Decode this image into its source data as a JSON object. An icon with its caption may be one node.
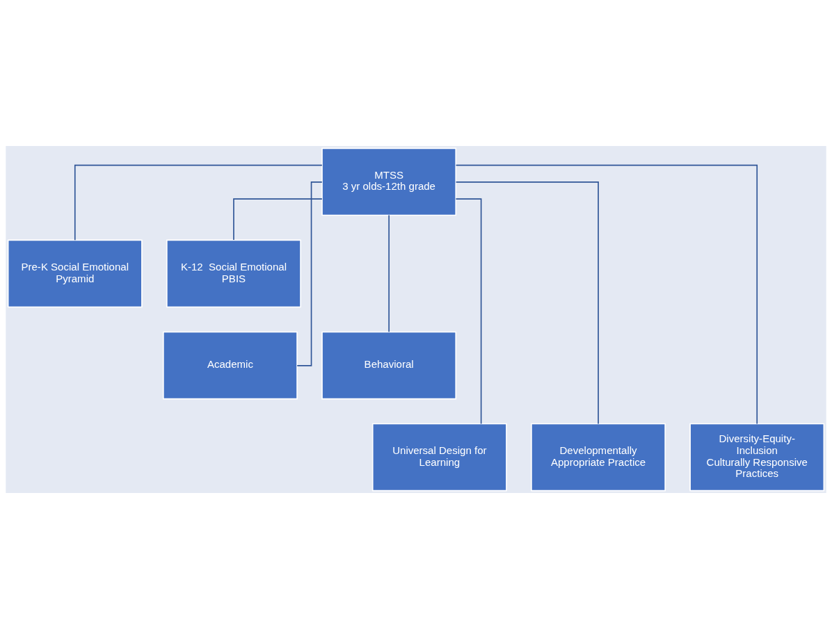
{
  "diagram": {
    "nodes": [
      {
        "text": [
          "MTSS",
          "3 yr olds-12th grade"
        ]
      },
      {
        "text": [
          "Pre-K Social Emotional",
          "Pyramid"
        ]
      },
      {
        "text": [
          "K-12  Social Emotional",
          "PBIS"
        ]
      },
      {
        "text": [
          "Academic"
        ]
      },
      {
        "text": [
          "Behavioral"
        ]
      },
      {
        "text": [
          "Universal Design for Learning"
        ]
      },
      {
        "text": [
          "Developmentally Appropriate Practice"
        ]
      },
      {
        "text": [
          "Diversity-Equity-Inclusion",
          "Culturally Responsive Practices"
        ]
      }
    ],
    "edges": [
      {
        "from": 0,
        "to": 1,
        "arrow": "none"
      },
      {
        "from": 0,
        "to": 2,
        "arrow": "none"
      },
      {
        "from": 0,
        "to": 3,
        "arrow": "none"
      },
      {
        "from": 0,
        "to": 4,
        "arrow": "none"
      },
      {
        "from": 0,
        "to": 5,
        "arrow": "none"
      },
      {
        "from": 0,
        "to": 6,
        "arrow": "none"
      },
      {
        "from": 0,
        "to": 7,
        "arrow": "none"
      }
    ]
  }
}
